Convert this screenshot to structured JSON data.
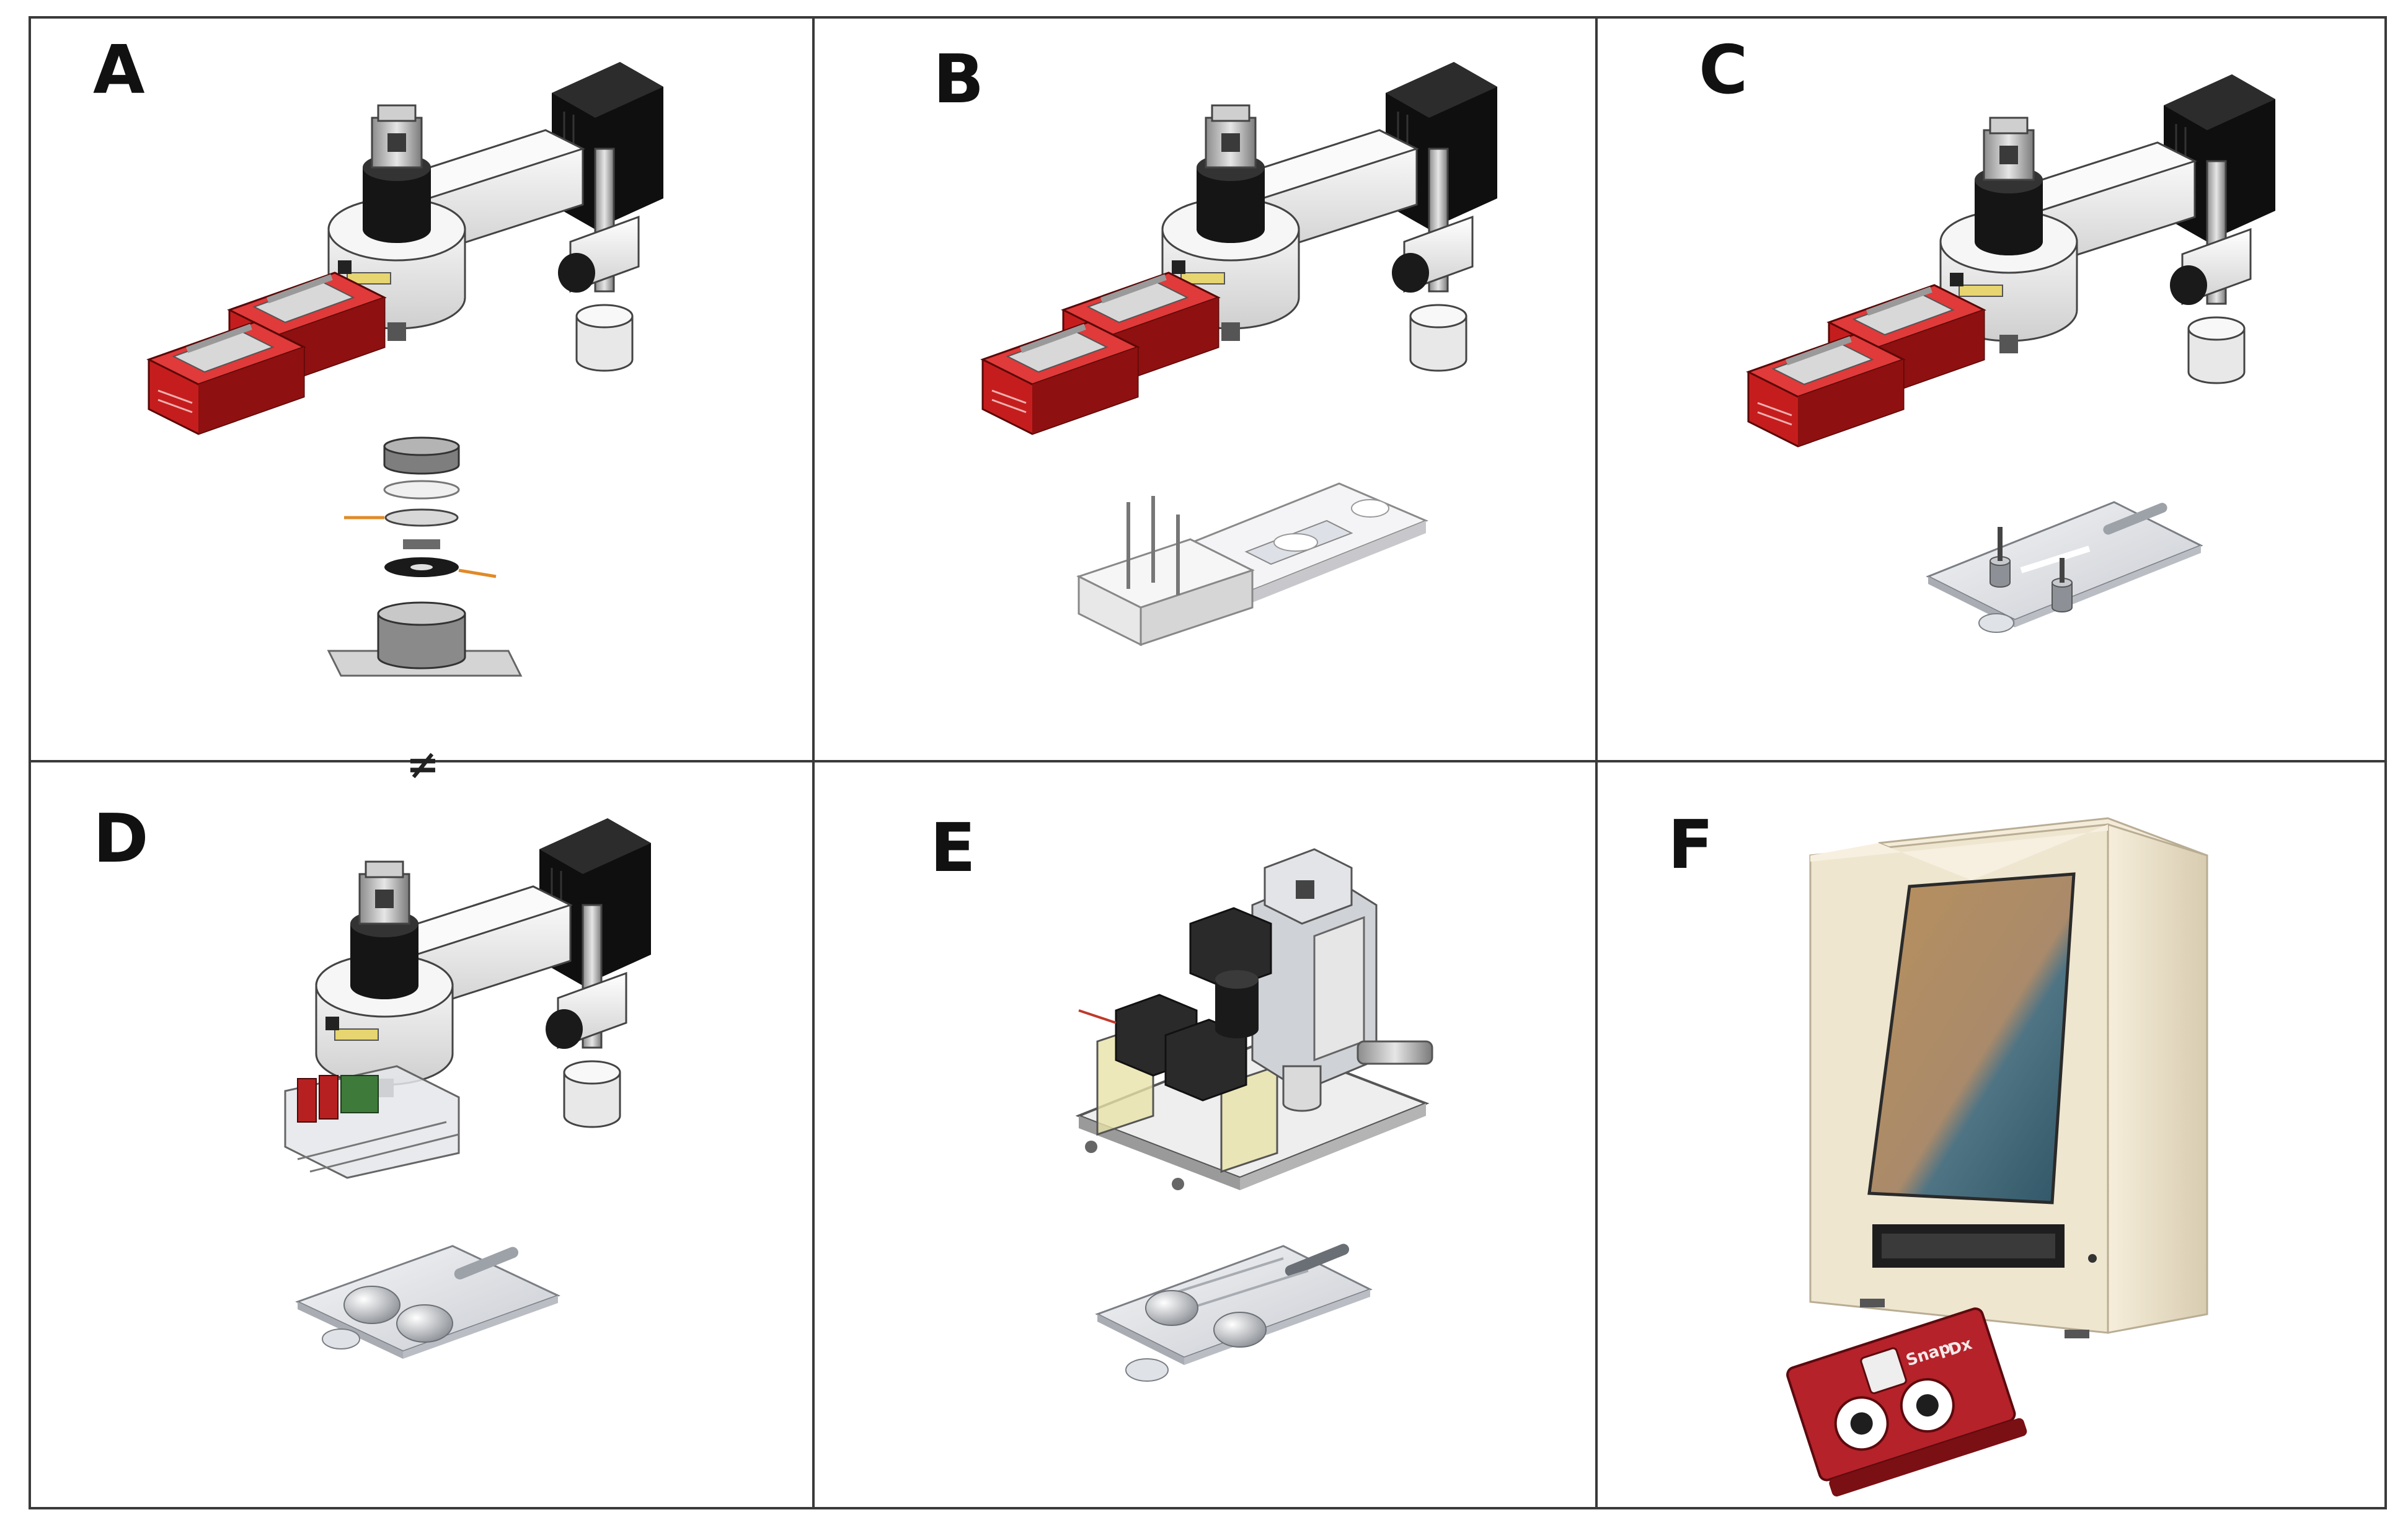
{
  "figure": {
    "panels": [
      {
        "id": "a",
        "label": "A",
        "description": "Microscope-based instrument with two syringe pumps, side light source and stacked disc chip module"
      },
      {
        "id": "b",
        "label": "B",
        "description": "Microscope-based instrument with syringe pumps and slide chip with tubing"
      },
      {
        "id": "c",
        "label": "C",
        "description": "Microscope-based instrument with syringe pumps and flat chip with two ports"
      },
      {
        "id": "d",
        "label": "D",
        "description": "Microscope-based instrument with integrated pumps and blister chip"
      },
      {
        "id": "e",
        "label": "E",
        "description": "Compact custom optical frame with blister cartridge"
      },
      {
        "id": "f",
        "label": "F",
        "description": "Benchtop enclosed instrument with red cartridge"
      }
    ],
    "stray_mark": "≠",
    "cartridge_text": [
      "Snap",
      "Dx"
    ],
    "colors": {
      "grid_line": "#3a3a3a",
      "pump_red": "#cc1f1f",
      "pump_dark_red": "#8e1010",
      "housing": "#f1f1f1",
      "light_source": "#151515",
      "device_cream": "#ede4cf",
      "screen_tan": "#b08a5c",
      "screen_teal": "#3e6a7c"
    }
  }
}
